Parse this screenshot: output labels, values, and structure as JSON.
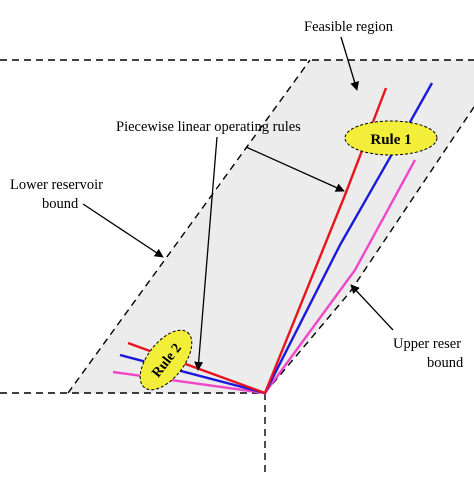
{
  "labels": {
    "feasible_region": "Feasible region",
    "piecewise_rules": "Piecewise linear operating rules",
    "lower_bound_line1": "Lower reservoir",
    "lower_bound_line2": "bound",
    "upper_bound_line1": "Upper reser",
    "upper_bound_line2": "bound",
    "rule1": "Rule 1",
    "rule2": "Rule 2"
  },
  "colors": {
    "region_fill": "#ececec",
    "boundary": "#000000",
    "rule_red": "#e8141e",
    "rule_blue": "#1a1adc",
    "rule_pink": "#f047c8",
    "ellipse_fill": "#f2ee3a",
    "text": "#000000"
  }
}
